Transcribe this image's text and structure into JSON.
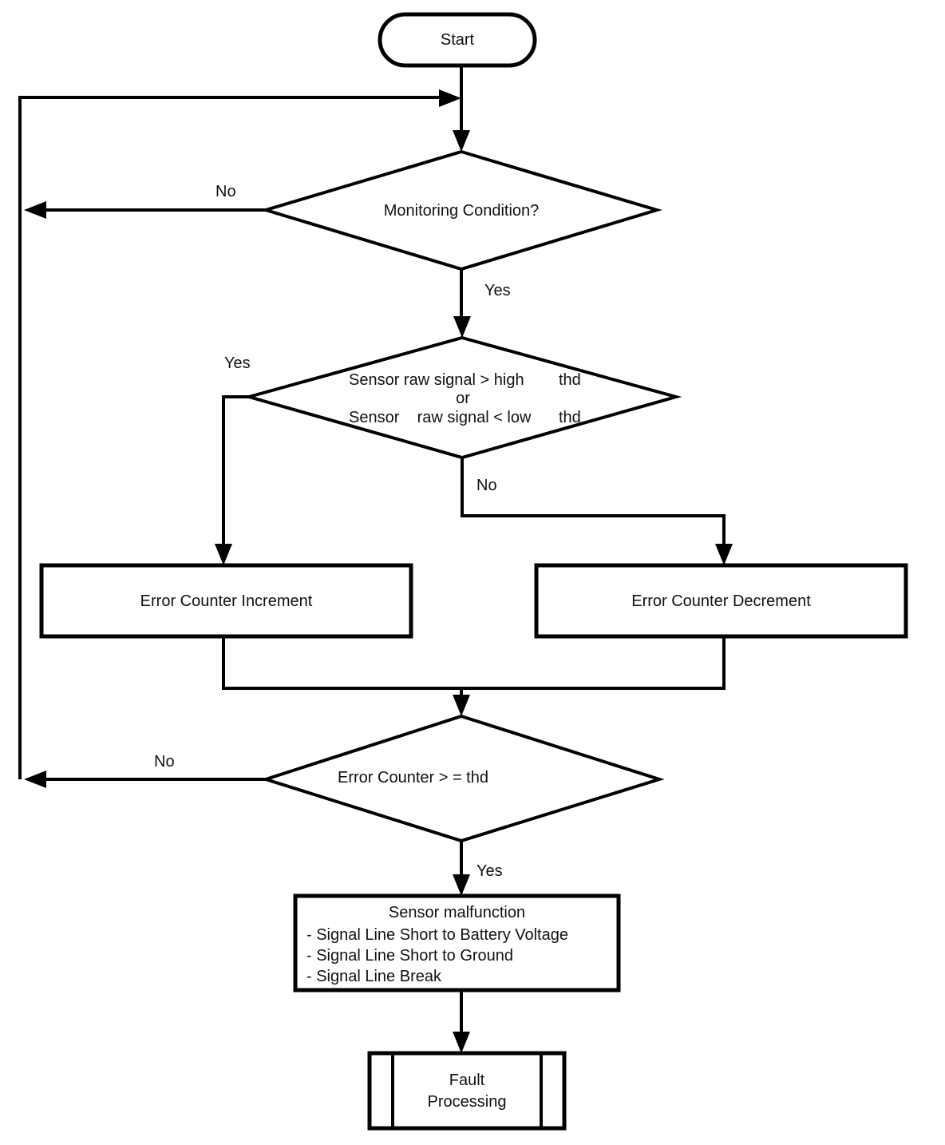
{
  "diagram": {
    "title_hint": "Sensor fault monitoring flowchart",
    "colors": {
      "stroke": "#000000",
      "background": "#ffffff",
      "text": "#111111"
    },
    "nodes": {
      "start": {
        "label": "Start"
      },
      "monitoring_decision": {
        "label": "Monitoring Condition?"
      },
      "threshold_decision": {
        "line1": "Sensor raw signal > high",
        "line1_thd": "thd",
        "or": "or",
        "line3": "Sensor    raw signal < low",
        "line3_thd": "thd"
      },
      "increment": {
        "label": "Error Counter Increment"
      },
      "decrement": {
        "label": "Error Counter Decrement"
      },
      "counter_decision": {
        "label": "Error Counter > = thd"
      },
      "malfunction": {
        "title": "Sensor malfunction",
        "items": [
          "- Signal Line Short to Battery Voltage",
          "- Signal Line Short to Ground",
          "- Signal Line Break"
        ]
      },
      "fault": {
        "line1": "Fault",
        "line2": "Processing"
      }
    },
    "edge_labels": {
      "monitoring_no": "No",
      "monitoring_yes": "Yes",
      "threshold_yes": "Yes",
      "threshold_no": "No",
      "counter_no": "No",
      "counter_yes": "Yes"
    }
  }
}
